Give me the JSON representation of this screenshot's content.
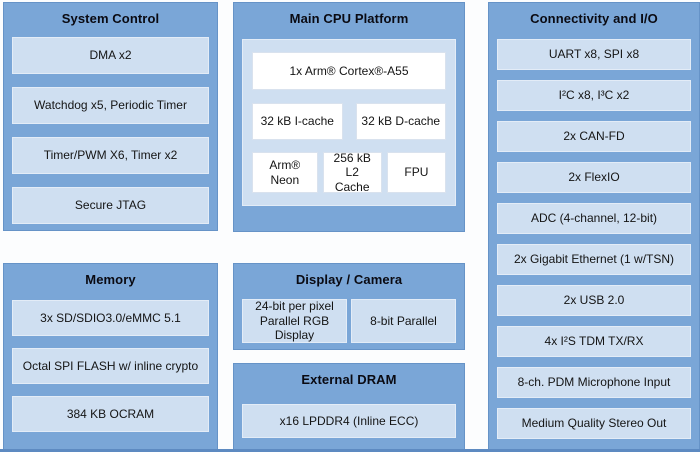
{
  "colors": {
    "page_bg": "#fcfdfe",
    "block_fill": "#7aa6d7",
    "block_border": "#6693c7",
    "item_fill": "#cfdff1",
    "item_border": "#e3ecf7",
    "white_box": "#ffffff",
    "white_box_border": "#d9e2ee",
    "title_text": "#0a0a12",
    "item_text": "#141414",
    "bottom_bar": "#5d8ac1"
  },
  "blocks": {
    "system_control": {
      "title": "System Control",
      "items": [
        "DMA x2",
        "Watchdog x5, Periodic Timer",
        "Timer/PWM X6, Timer x2",
        "Secure JTAG"
      ]
    },
    "memory": {
      "title": "Memory",
      "items": [
        "3x SD/SDIO3.0/eMMC 5.1",
        "Octal SPI FLASH w/ inline crypto",
        "384 KB OCRAM"
      ]
    },
    "main_cpu": {
      "title": "Main CPU Platform",
      "core": "1x Arm® Cortex®-A55",
      "icache": "32 kB I-cache",
      "dcache": "32 kB D-cache",
      "neon": "Arm® Neon",
      "l2": "256 kB L2 Cache",
      "fpu": "FPU"
    },
    "display_camera": {
      "title": "Display / Camera",
      "items": [
        "24-bit per pixel Parallel RGB Display",
        "8-bit Parallel"
      ]
    },
    "external_dram": {
      "title": "External DRAM",
      "items": [
        "x16 LPDDR4 (Inline ECC)"
      ]
    },
    "connectivity": {
      "title": "Connectivity and I/O",
      "items": [
        "UART x8, SPI x8",
        "I²C x8, I³C x2",
        "2x CAN-FD",
        "2x FlexIO",
        "ADC (4-channel, 12-bit)",
        "2x Gigabit Ethernet (1 w/TSN)",
        "2x USB 2.0",
        "4x I²S TDM TX/RX",
        "8-ch. PDM Microphone Input",
        "Medium Quality Stereo Out"
      ]
    }
  }
}
